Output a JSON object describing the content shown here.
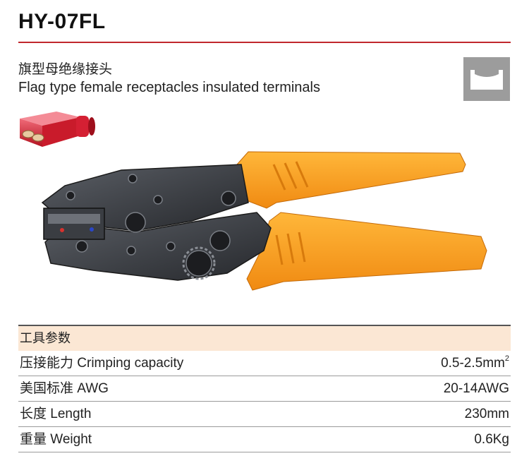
{
  "product": {
    "model": "HY-07FL",
    "name_cn": "旗型母绝缘接头",
    "name_en": "Flag type female receptacles insulated terminals"
  },
  "icons": {
    "die_profile": "crimp-die-profile-icon",
    "terminal": "flag-terminal-illustration",
    "tool": "ratchet-crimping-tool-illustration"
  },
  "colors": {
    "accent_rule": "#c0272d",
    "handle_orange": "#f5a623",
    "header_bg": "#fbe7d4",
    "icon_gray": "#9c9c9c"
  },
  "specs": {
    "header": "工具参数",
    "rows": [
      {
        "label": "压接能力 Crimping capacity",
        "value": "0.5-2.5mm",
        "sup": "2"
      },
      {
        "label": "美国标准 AWG",
        "value": "20-14AWG",
        "sup": ""
      },
      {
        "label": "长度 Length",
        "value": "230mm",
        "sup": ""
      },
      {
        "label": "重量 Weight",
        "value": "0.6Kg",
        "sup": ""
      }
    ]
  }
}
